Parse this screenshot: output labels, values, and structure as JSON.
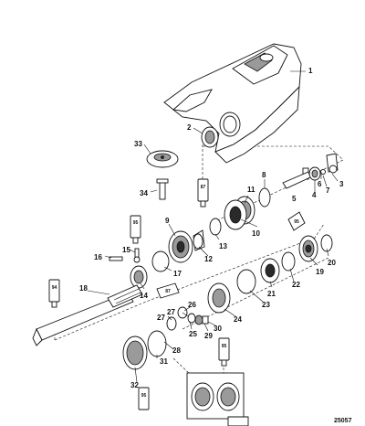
{
  "callouts": [
    "1",
    "2",
    "3",
    "4",
    "5",
    "6",
    "7",
    "8",
    "9",
    "10",
    "11",
    "12",
    "13",
    "14",
    "15",
    "16",
    "17",
    "18",
    "19",
    "20",
    "21",
    "22",
    "23",
    "24",
    "25",
    "26",
    "27",
    "27",
    "28",
    "29",
    "30",
    "31",
    "32",
    "33",
    "34"
  ],
  "tubes": [
    "95",
    "87",
    "94",
    "87",
    "95",
    "95",
    "95"
  ],
  "figure_number": "25057"
}
